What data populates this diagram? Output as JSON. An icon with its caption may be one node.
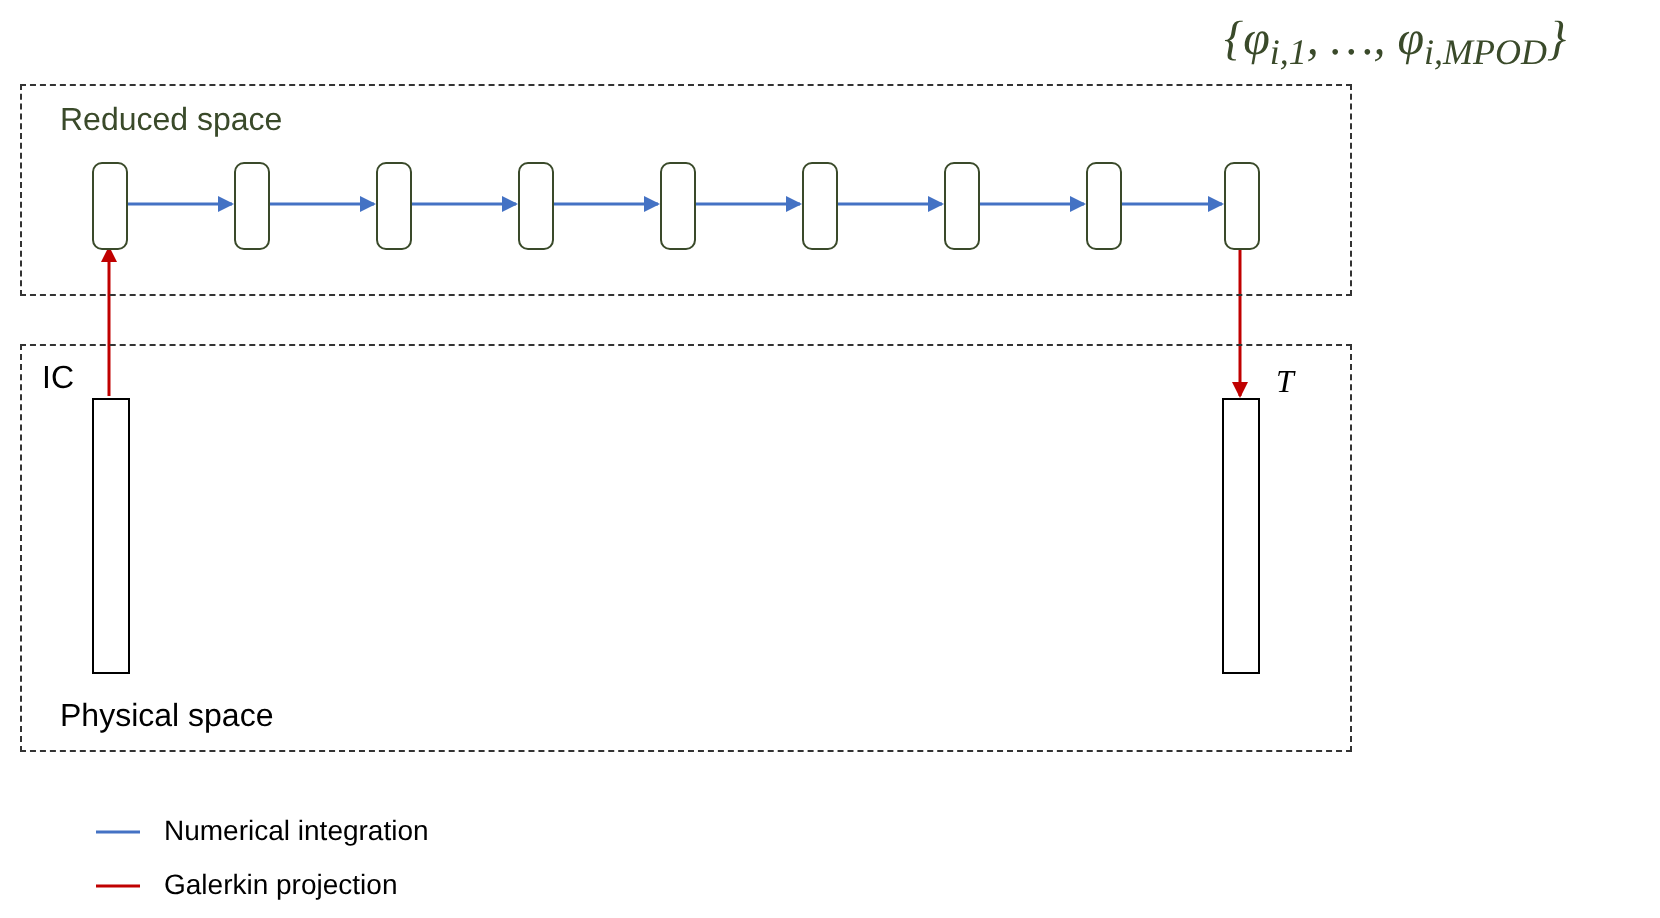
{
  "diagram": {
    "nodes": [
      {
        "text": [
          "Reduced space"
        ]
      },
      {
        "text": [],
        "shape": "box",
        "in": 0
      },
      {
        "text": [],
        "shape": "box",
        "in": 0
      },
      {
        "text": [],
        "shape": "box",
        "in": 0
      },
      {
        "text": [],
        "shape": "box",
        "in": 0
      },
      {
        "text": [],
        "shape": "box",
        "in": 0
      },
      {
        "text": [],
        "shape": "box",
        "in": 0
      },
      {
        "text": [],
        "shape": "box",
        "in": 0
      },
      {
        "text": [],
        "shape": "box",
        "in": 0
      },
      {
        "text": [],
        "shape": "box",
        "in": 0
      },
      {
        "text": [
          "Physical space"
        ]
      },
      {
        "text": [],
        "shape": "bar",
        "in": 10,
        "beside": [
          "IC"
        ]
      },
      {
        "text": [],
        "shape": "bar",
        "in": 10,
        "beside": [
          "T"
        ]
      }
    ],
    "edges": [
      {
        "from": 1,
        "to": 2,
        "arrow": "to"
      },
      {
        "from": 2,
        "to": 3,
        "arrow": "to"
      },
      {
        "from": 3,
        "to": 4,
        "arrow": "to"
      },
      {
        "from": 4,
        "to": 5,
        "arrow": "to"
      },
      {
        "from": 5,
        "to": 6,
        "arrow": "to"
      },
      {
        "from": 6,
        "to": 7,
        "arrow": "to"
      },
      {
        "from": 7,
        "to": 8,
        "arrow": "to"
      },
      {
        "from": 8,
        "to": 9,
        "arrow": "to"
      },
      {
        "from": 11,
        "to": 1,
        "arrow": "to",
        "color": "#c00000"
      },
      {
        "from": 9,
        "to": 12,
        "arrow": "to",
        "color": "#c00000"
      }
    ],
    "labels": [
      "{φ$_{i,1}$, …, φ$_{i,M}$$_{POD}$}"
    ],
    "legend": [
      {
        "text": "Numerical integration"
      },
      {
        "text": "Galerkin projection"
      }
    ]
  }
}
